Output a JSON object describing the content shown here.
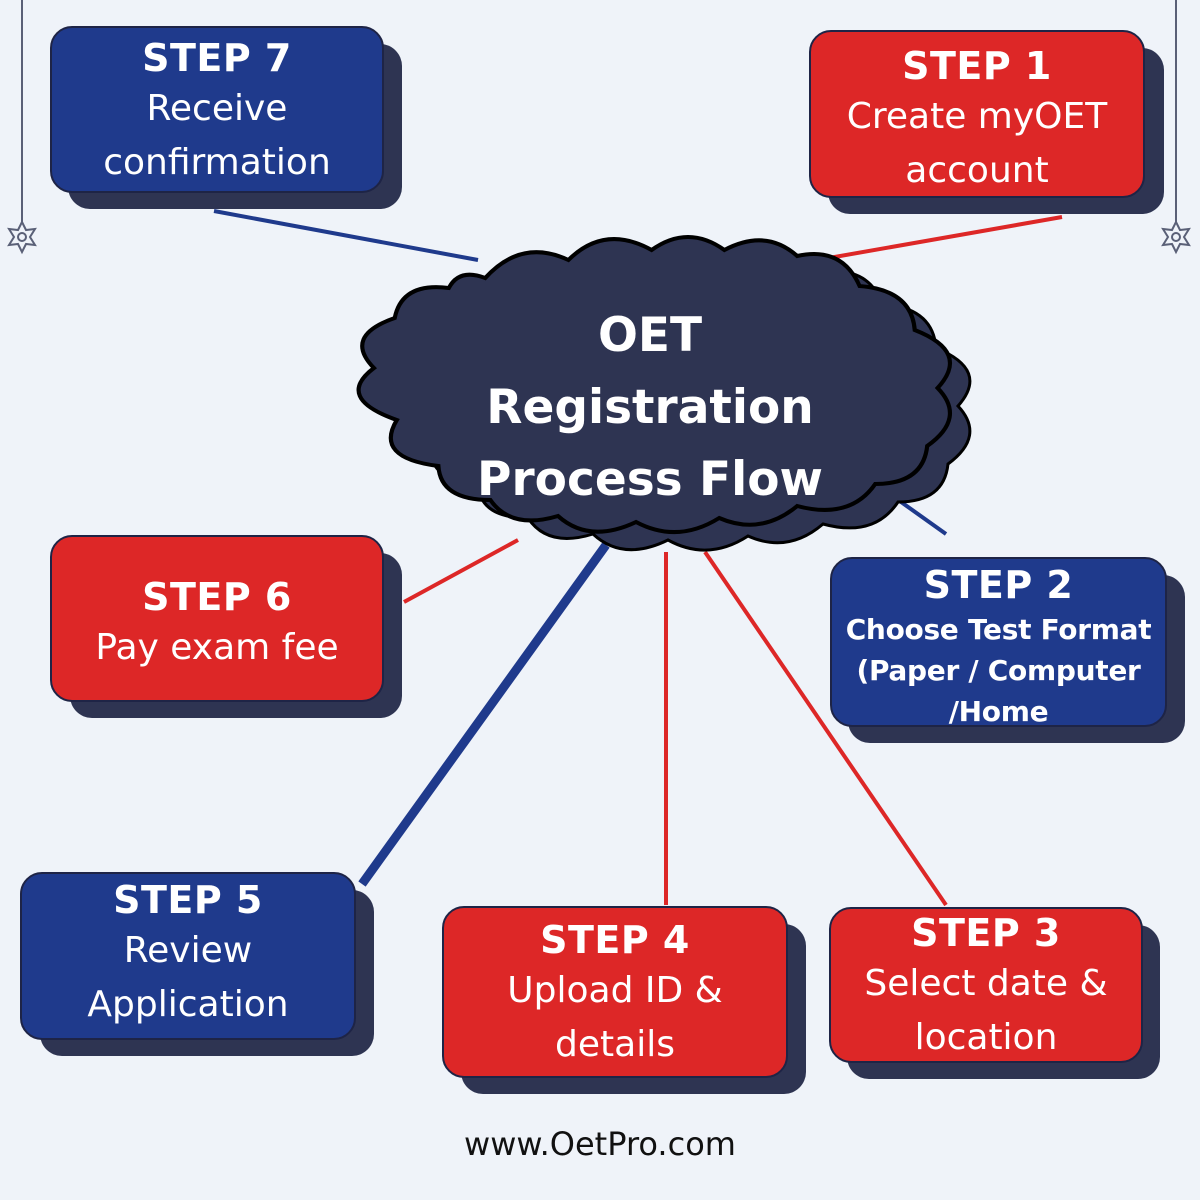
{
  "center": {
    "title_lines": [
      "OET",
      "Registration",
      "Process Flow"
    ]
  },
  "steps": [
    {
      "title": "STEP 1",
      "text": "Create myOET\naccount",
      "color": "#dd2727"
    },
    {
      "title": "STEP 2",
      "text": "Choose Test Format\n(Paper / Computer\n/Home",
      "color": "#1f3a8c"
    },
    {
      "title": "STEP 3",
      "text": "Select date &\nlocation",
      "color": "#dd2727"
    },
    {
      "title": "STEP 4",
      "text": "Upload ID &\ndetails",
      "color": "#dd2727"
    },
    {
      "title": "STEP 5",
      "text": "Review\nApplication",
      "color": "#1f3a8c"
    },
    {
      "title": "STEP 6",
      "text": "Pay exam fee",
      "color": "#dd2727"
    },
    {
      "title": "STEP 7",
      "text": "Receive\nconfirmation",
      "color": "#1f3a8c"
    }
  ],
  "footer": {
    "url": "www.OetPro.com"
  },
  "colors": {
    "red": "#dd2727",
    "blue": "#1f3a8c",
    "navy_cloud": "#2e3452",
    "background": "#eff3f9"
  }
}
